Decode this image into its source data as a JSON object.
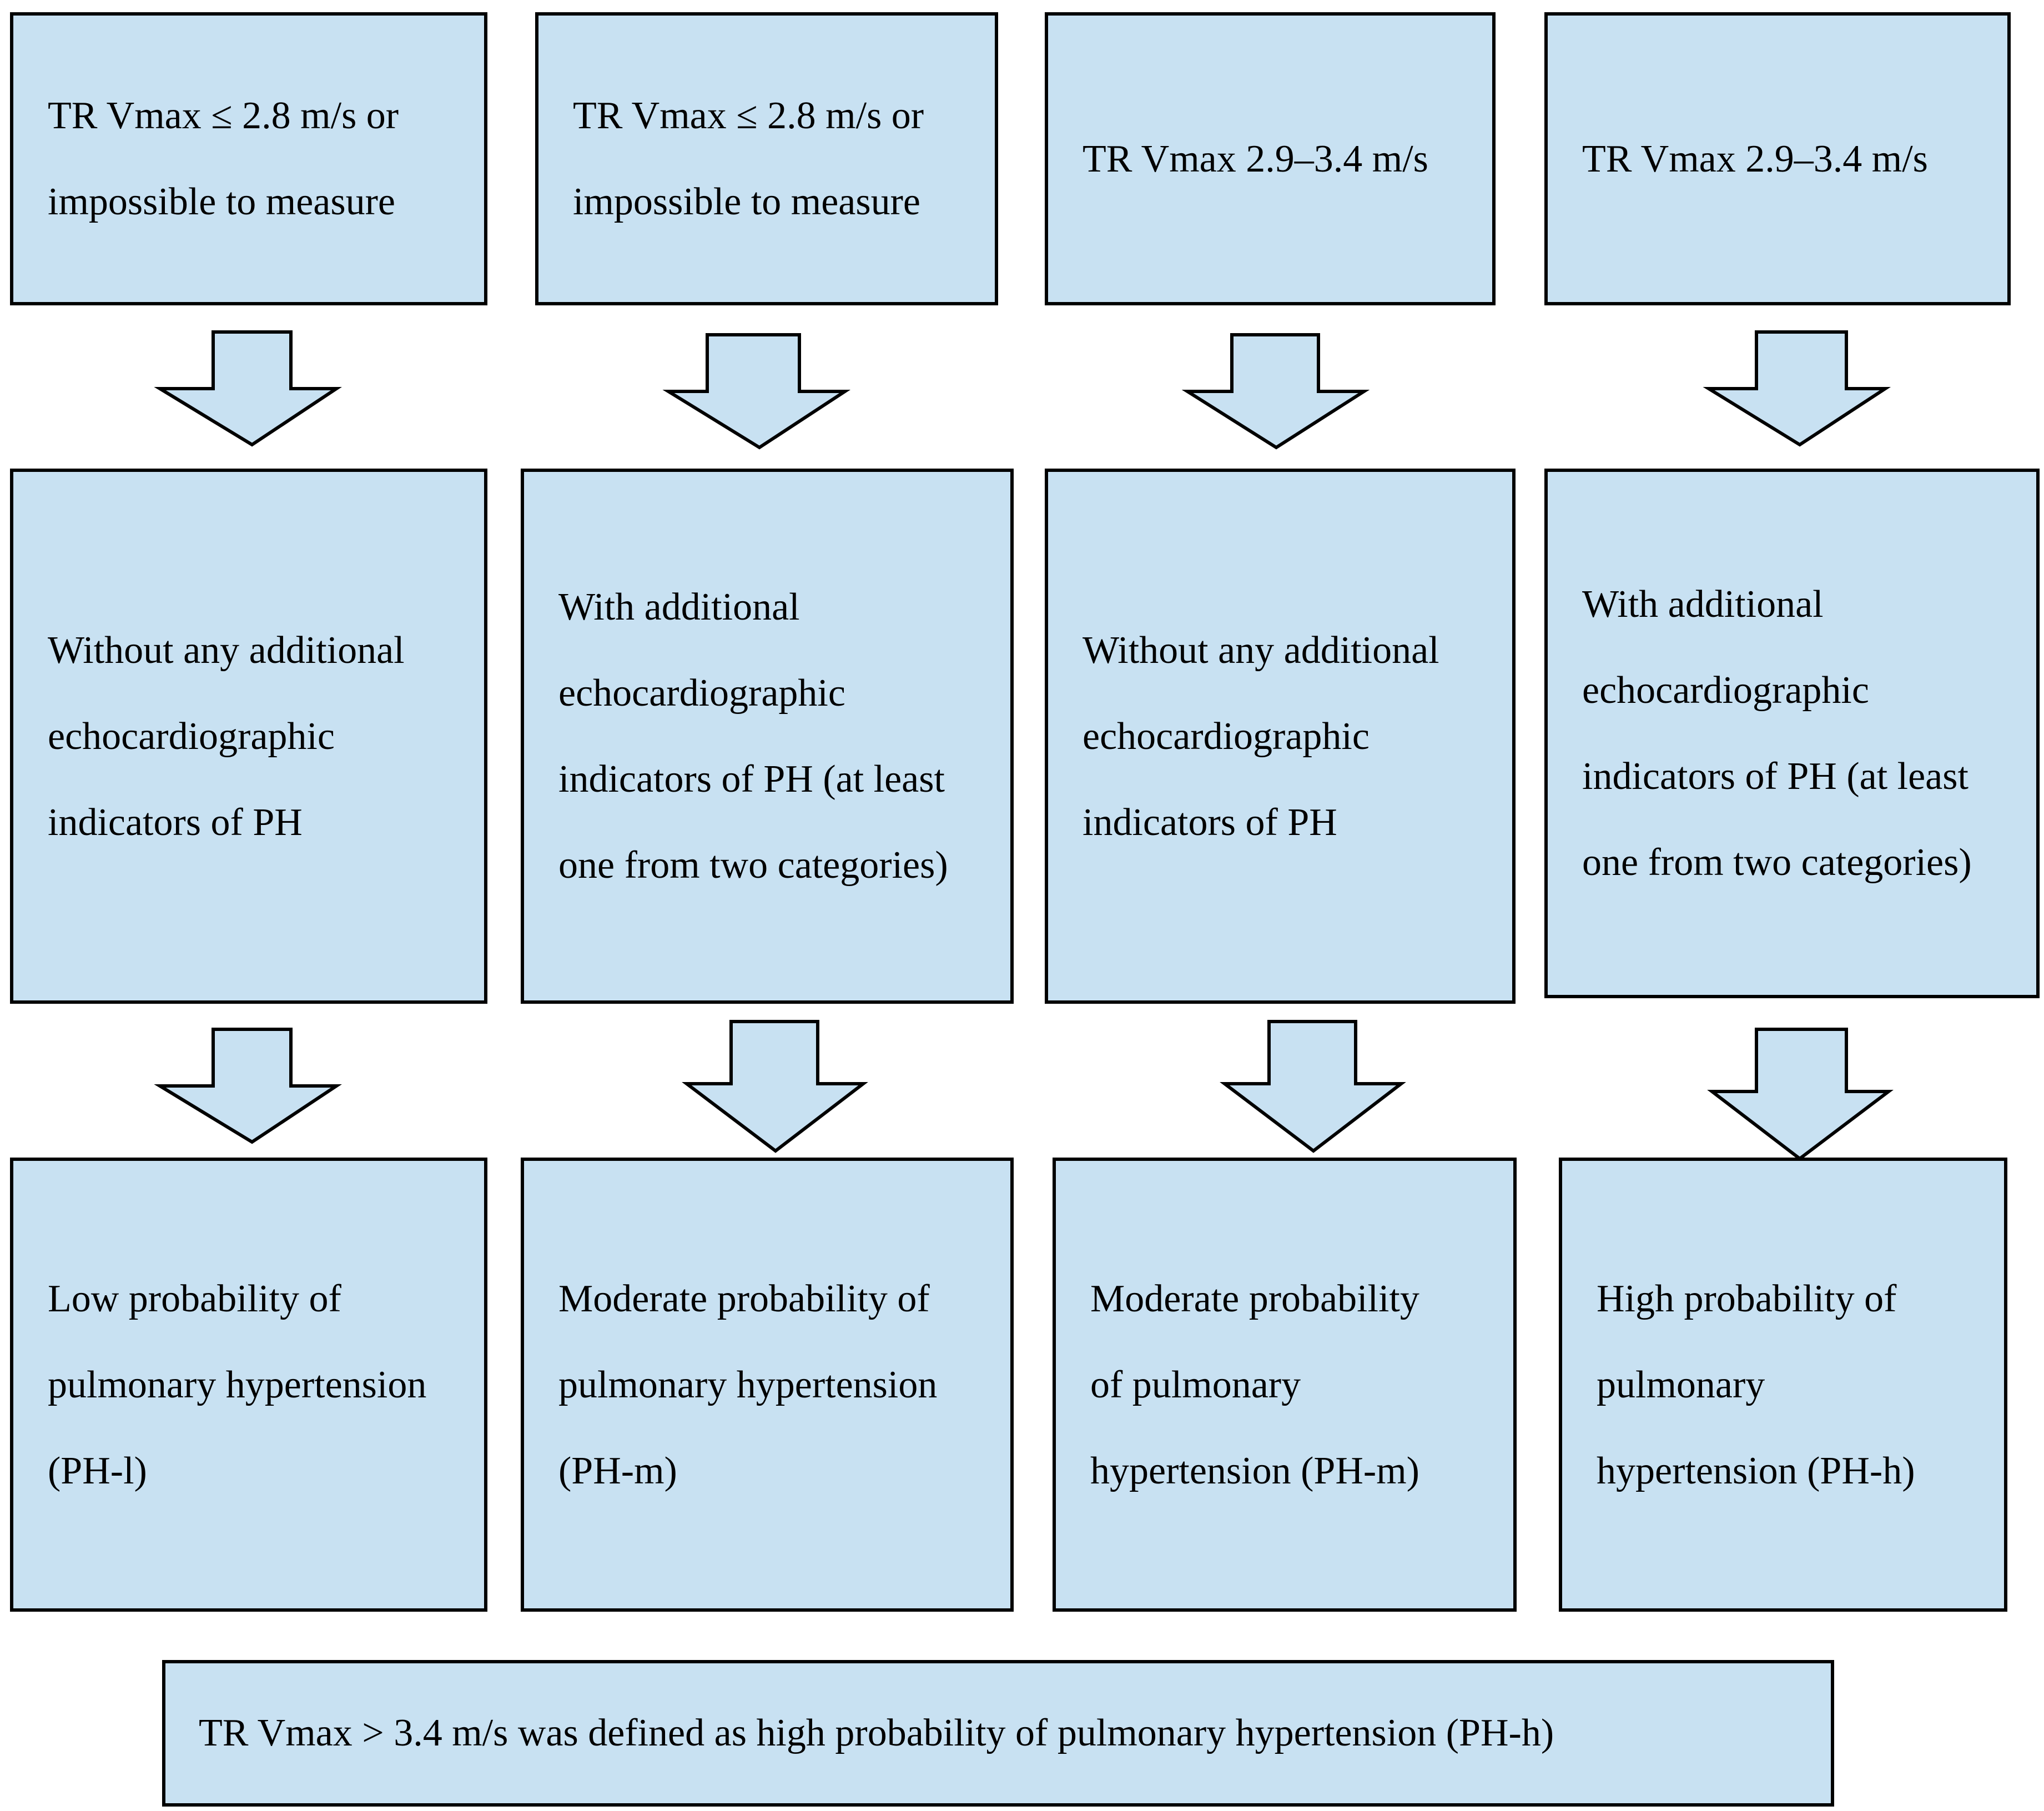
{
  "columns": [
    {
      "criterion": [
        "TR Vmax ≤ 2.8 m/s or",
        "impossible to measure"
      ],
      "indicators": [
        "Without any additional",
        "echocardiographic",
        "indicators of PH"
      ],
      "result": [
        "Low probability of",
        "pulmonary hypertension",
        "(PH-l)"
      ]
    },
    {
      "criterion": [
        "TR Vmax ≤ 2.8 m/s or",
        "impossible to measure"
      ],
      "indicators": [
        "With additional",
        "echocardiographic",
        "indicators of PH (at least",
        "one from two categories)"
      ],
      "result": [
        "Moderate probability of",
        "pulmonary hypertension",
        "(PH-m)"
      ]
    },
    {
      "criterion": [
        "TR Vmax 2.9–3.4 m/s"
      ],
      "indicators": [
        "Without any additional",
        "echocardiographic",
        "indicators of PH"
      ],
      "result": [
        "Moderate probability",
        "of pulmonary",
        "hypertension (PH-m)"
      ]
    },
    {
      "criterion": [
        "TR Vmax 2.9–3.4 m/s"
      ],
      "indicators": [
        "With additional",
        "echocardiographic",
        "indicators of PH (at least",
        "one from two categories)"
      ],
      "result": [
        "High probability of",
        "pulmonary",
        "hypertension (PH-h)"
      ]
    }
  ],
  "footer": {
    "text": "TR Vmax > 3.4 m/s was defined as high probability of pulmonary hypertension (PH-h)"
  },
  "colors": {
    "box_fill": "#c8e1f2",
    "border": "#000000"
  }
}
